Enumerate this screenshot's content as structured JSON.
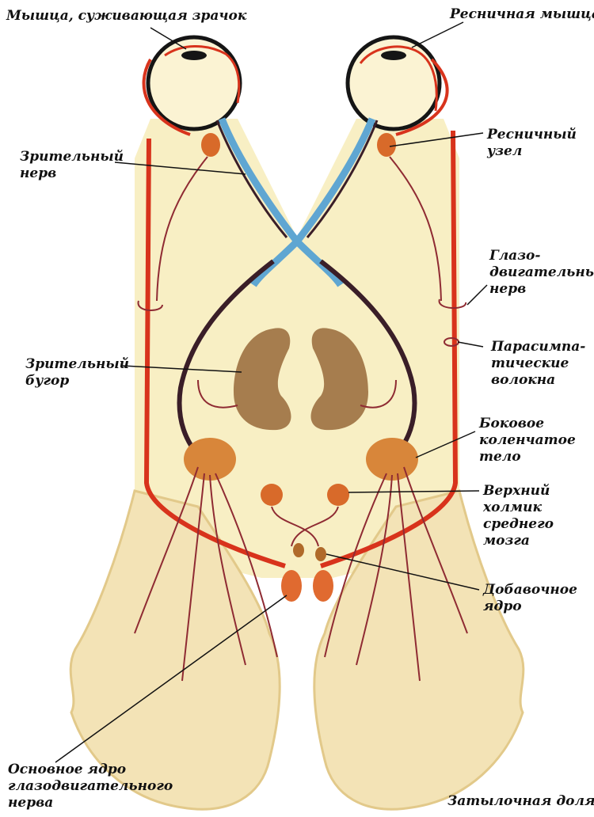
{
  "labels": {
    "pupil_sphincter": "Мышца, суживающая зрачок",
    "ciliary_muscle": "Ресничная мышца",
    "ciliary_ganglion": [
      "Ресничный",
      "узел"
    ],
    "optic_nerve": [
      "Зрительный",
      "нерв"
    ],
    "oculomotor_nerve": [
      "Глазо-",
      "двигательный",
      "нерв"
    ],
    "parasympathetic_fibers": [
      "Парасимпа-",
      "тические",
      "волокна"
    ],
    "thalamus": [
      "Зрительный",
      "бугор"
    ],
    "lateral_geniculate": [
      "Боковое",
      "коленчатое",
      "тело"
    ],
    "superior_colliculus": [
      "Верхний",
      "холмик",
      "среднего",
      "мозга"
    ],
    "accessory_nucleus": [
      "Добавочное",
      "ядро"
    ],
    "main_nucleus": [
      "Основное ядро",
      "глазодвигательного",
      "нерва"
    ],
    "occipital_lobe": "Затылочная доля"
  },
  "colors": {
    "background": "#ffffff",
    "tissue": "#f8efc4",
    "optic_nerve": "#5fa6d2",
    "nerve_dark": "#3a1e28",
    "red_fiber": "#d8331c",
    "thin_fiber": "#8f2b33",
    "thalamus": "#a67d4e",
    "ganglion": "#d86a2a",
    "text": "#111111"
  }
}
